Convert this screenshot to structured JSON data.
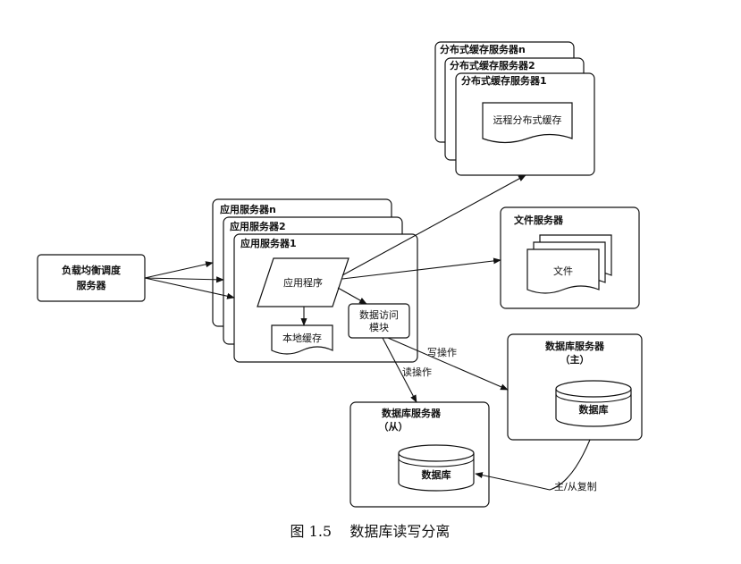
{
  "diagram": {
    "load_balancer": {
      "line1": "负载均衡调度",
      "line2": "服务器"
    },
    "app_servers": {
      "back": "应用服务器n",
      "mid": "应用服务器2",
      "front": "应用服务器1",
      "app_program": "应用程序",
      "local_cache": "本地缓存",
      "data_access": {
        "line1": "数据访问",
        "line2": "模块"
      }
    },
    "cache_servers": {
      "back": "分布式缓存服务器n",
      "mid": "分布式缓存服务器2",
      "front": "分布式缓存服务器1",
      "remote_cache": "远程分布式缓存"
    },
    "file_server": {
      "title": "文件服务器",
      "doc": "文件"
    },
    "db_master": {
      "title": "数据库服务器",
      "sub": "（主）",
      "db": "数据库"
    },
    "db_slave": {
      "title": "数据库服务器",
      "sub": "（从）",
      "db": "数据库"
    },
    "edges": {
      "write": "写操作",
      "read": "读操作",
      "replicate": "主/从复制"
    }
  },
  "caption": "图 1.5    数据库读写分离"
}
